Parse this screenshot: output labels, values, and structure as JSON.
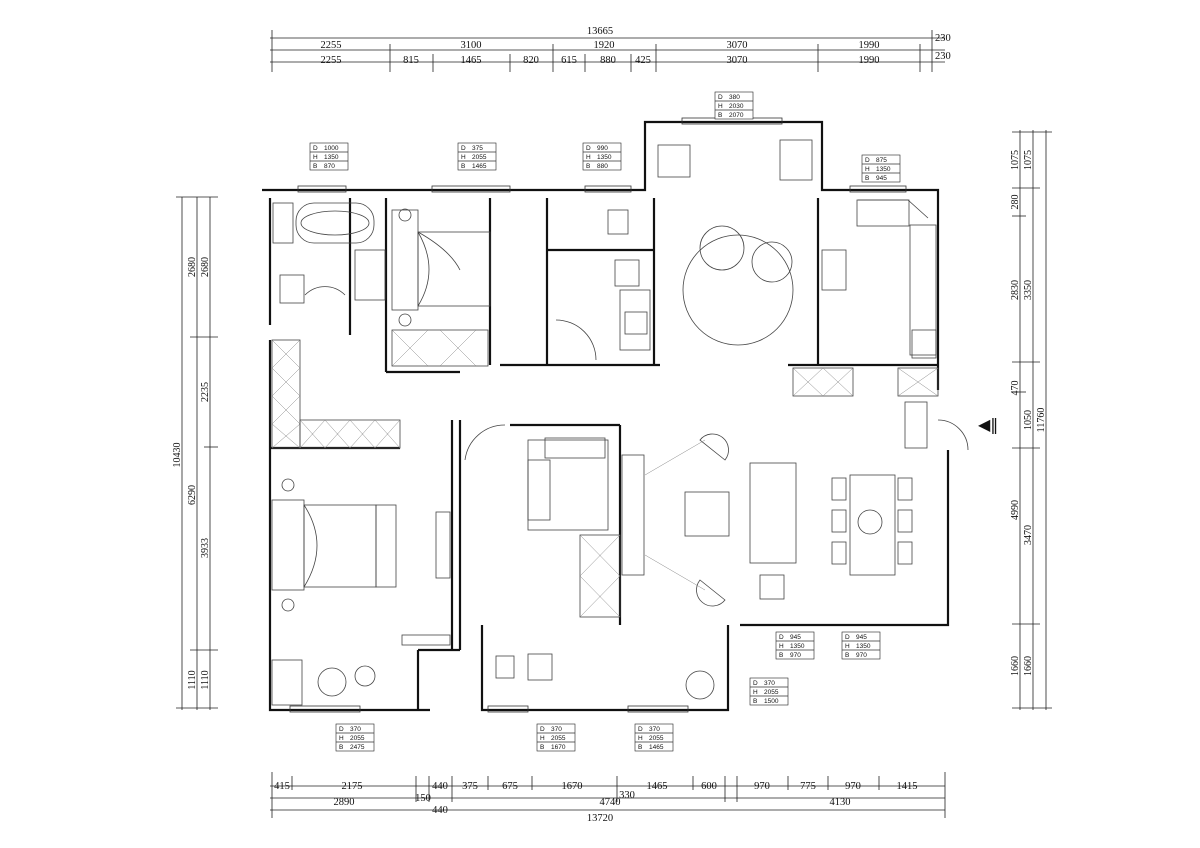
{
  "dims_top": {
    "total": "13665",
    "row1": [
      "2255",
      "3100",
      "1920",
      "3070",
      "1990",
      "230"
    ],
    "row2": [
      "2255",
      "815",
      "1465",
      "820",
      "615",
      "880",
      "425",
      "3070",
      "1990",
      "230"
    ]
  },
  "dims_bottom": {
    "total": "13720",
    "row1": [
      "415",
      "2175",
      "150",
      "440",
      "375",
      "675",
      "1670",
      "1465",
      "600",
      "970",
      "775",
      "970",
      "1415"
    ],
    "row2": [
      "2890",
      "440",
      "4740",
      "330",
      "4130"
    ]
  },
  "dims_left": {
    "total": "10430",
    "outer": [
      "2680",
      "6290",
      "1110"
    ],
    "inner": [
      "2680",
      "2235",
      "3933",
      "1110"
    ]
  },
  "dims_right": {
    "total": "11760",
    "outer": [
      "1075",
      "3350",
      "1050",
      "3470",
      "1660"
    ],
    "inner": [
      "1075",
      "280",
      "2830",
      "470",
      "4990",
      "1660"
    ]
  },
  "window_tags": [
    {
      "D": "380",
      "H": "2030",
      "B": "2070"
    },
    {
      "D": "1000",
      "H": "1350",
      "B": "870"
    },
    {
      "D": "375",
      "H": "2055",
      "B": "1465"
    },
    {
      "D": "990",
      "H": "1350",
      "B": "880"
    },
    {
      "D": "875",
      "H": "1350",
      "B": "945"
    },
    {
      "D": "945",
      "H": "1350",
      "B": "970"
    },
    {
      "D": "945",
      "H": "1350",
      "B": "970"
    },
    {
      "D": "370",
      "H": "2055",
      "B": "1500"
    },
    {
      "D": "370",
      "H": "2055",
      "B": "2475"
    },
    {
      "D": "370",
      "H": "2055",
      "B": "1670"
    },
    {
      "D": "370",
      "H": "2055",
      "B": "1465"
    }
  ],
  "entry_mark": "◀‖"
}
